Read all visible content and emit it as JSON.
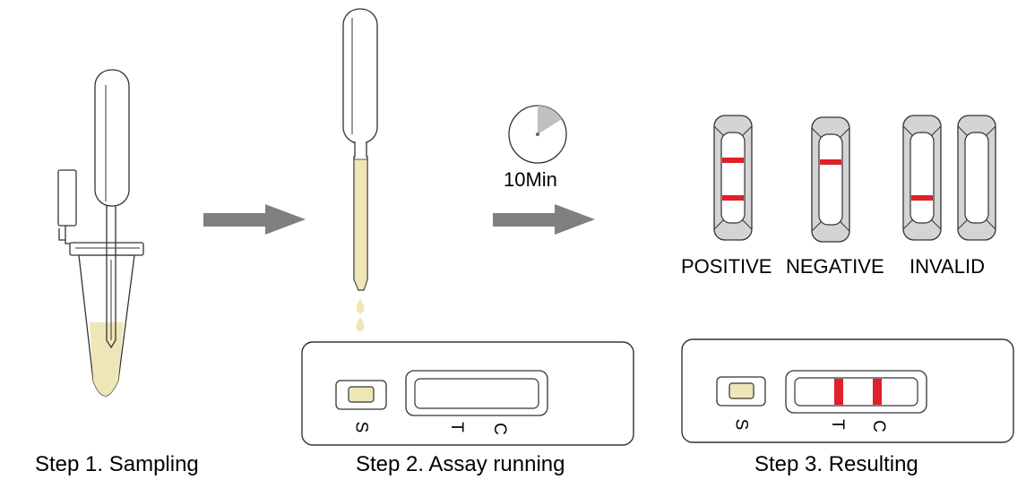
{
  "steps": {
    "step1": "Step 1. Sampling",
    "step2": "Step 2. Assay running",
    "step3": "Step 3. Resulting"
  },
  "timer": {
    "label": "10Min"
  },
  "results": {
    "positive": "POSITIVE",
    "negative": "NEGATIVE",
    "invalid": "INVALID"
  },
  "cassette_markings": {
    "sample": "S",
    "test": "T",
    "control": "C"
  },
  "colors": {
    "sample_liquid": "#efe6b8",
    "test_line": "#e0202a",
    "arrow": "#808080",
    "outline": "#333333",
    "strip_shadow": "#d4d4d4"
  }
}
